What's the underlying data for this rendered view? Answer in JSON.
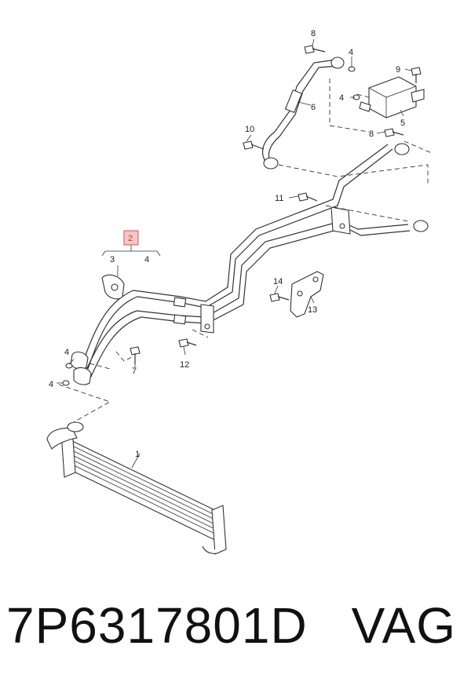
{
  "diagram": {
    "callouts": {
      "c1": "1",
      "c2": "2",
      "c3": "3",
      "c4_group": "4",
      "c4_a": "4",
      "c4_b": "4",
      "c4_c": "4",
      "c4_d": "4",
      "c5": "5",
      "c6": "6",
      "c7": "7",
      "c8_a": "8",
      "c8_b": "8",
      "c9": "9",
      "c10": "10",
      "c11": "11",
      "c12": "12",
      "c13": "13",
      "c14": "14"
    },
    "highlight_color": "#f4c6c6",
    "highlight_border": "#d9534f"
  },
  "footer": {
    "part_number": "7P6317801D",
    "brand": "VAG"
  }
}
